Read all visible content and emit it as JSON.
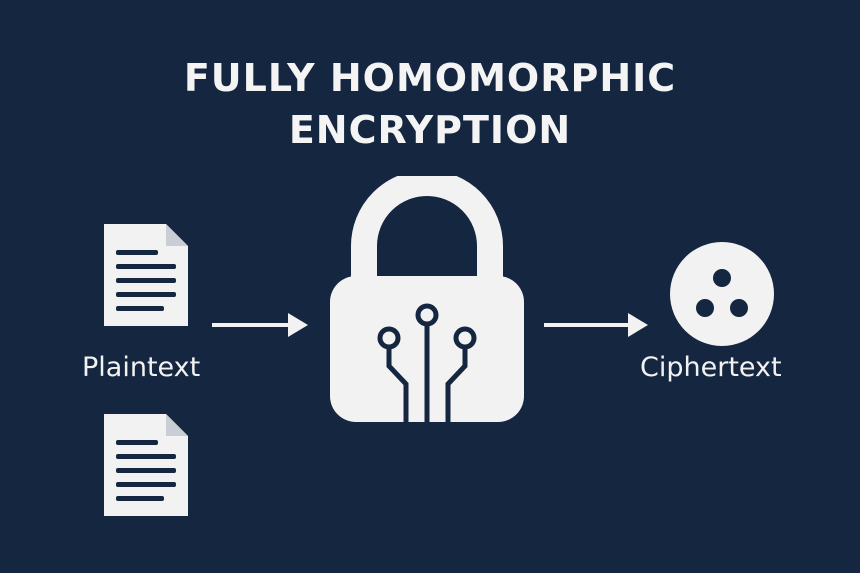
{
  "title": {
    "line1": "FULLY HOMOMORPHIC",
    "line2": "ENCRYPTION"
  },
  "input": {
    "label": "Plaintext",
    "icons": [
      "document-icon",
      "document-icon"
    ]
  },
  "process": {
    "icon": "circuit-lock-icon"
  },
  "output": {
    "label": "Ciphertext",
    "icon": "cipher-dots-icon"
  },
  "colors": {
    "background": "#152640",
    "foreground": "#f2f2f2"
  }
}
